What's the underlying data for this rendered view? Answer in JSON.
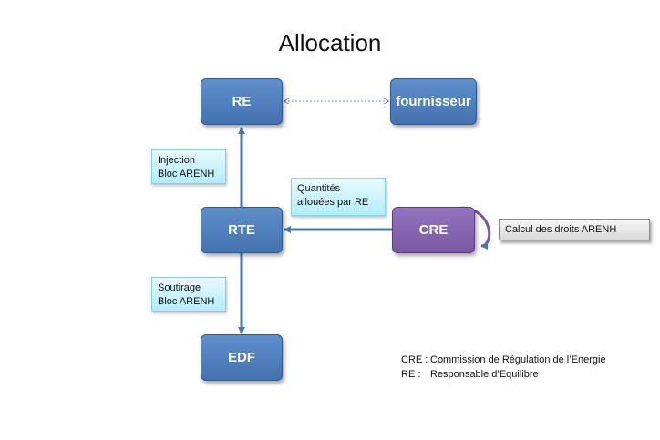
{
  "title": "Allocation",
  "nodes": {
    "re": "RE",
    "fournisseur": "fournisseur",
    "rte": "RTE",
    "cre": "CRE",
    "edf": "EDF"
  },
  "callouts": {
    "injection": [
      "Injection",
      "Bloc ARENH"
    ],
    "quantites": [
      "Quantités",
      "allouées par RE"
    ],
    "soutirage": [
      "Soutirage",
      "Bloc ARENH"
    ]
  },
  "note": "Calcul des droits ARENH",
  "legend": [
    {
      "abbr": "CRE :",
      "text": "Commission de Régulation de l’Energie"
    },
    {
      "abbr": "RE :",
      "text": "Responsable d’Equilibre"
    }
  ],
  "colors": {
    "node_blue": "#4f81bd",
    "node_purple": "#8064a2",
    "arrow": "#4a77ad",
    "callout_fill": "#c6f1fc",
    "note_fill": "#e6e6e6"
  }
}
